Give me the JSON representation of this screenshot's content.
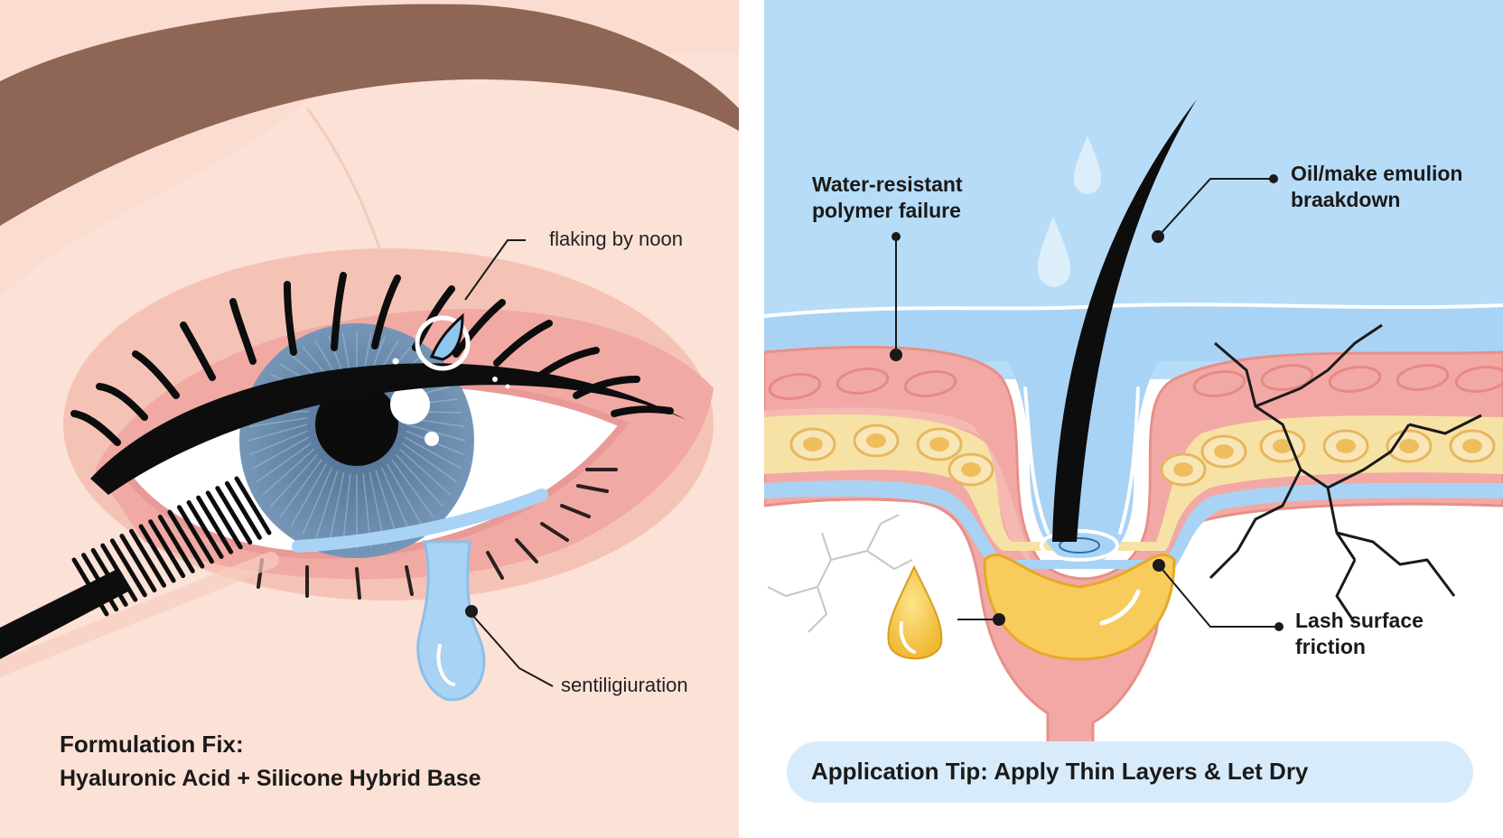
{
  "left_panel": {
    "labels": {
      "flaking": "flaking by noon",
      "smudging": "sentiligiuration"
    },
    "caption": {
      "title": "Formulation Fix:",
      "body": "Hyaluronic Acid + Silicone Hybrid Base"
    }
  },
  "right_panel": {
    "labels": {
      "polymer": [
        "Water-resistant",
        "polymer failure"
      ],
      "emulsion": [
        "Oil/make emulion",
        "braakdown"
      ],
      "friction": [
        "Lash surface",
        "friction"
      ]
    },
    "tip": "Application Tip: Apply Thin Layers & Let Dry"
  },
  "colors": {
    "skin": "#fbdcd0",
    "brow": "#8f6555",
    "iris": "#6f8eae",
    "sky": "#b7dcf8",
    "water": "#a9d3f5",
    "dermis_pink": "#f2a9a6",
    "fat_yellow": "#f7e2a5",
    "oil_gold": "#f2bf3d"
  }
}
